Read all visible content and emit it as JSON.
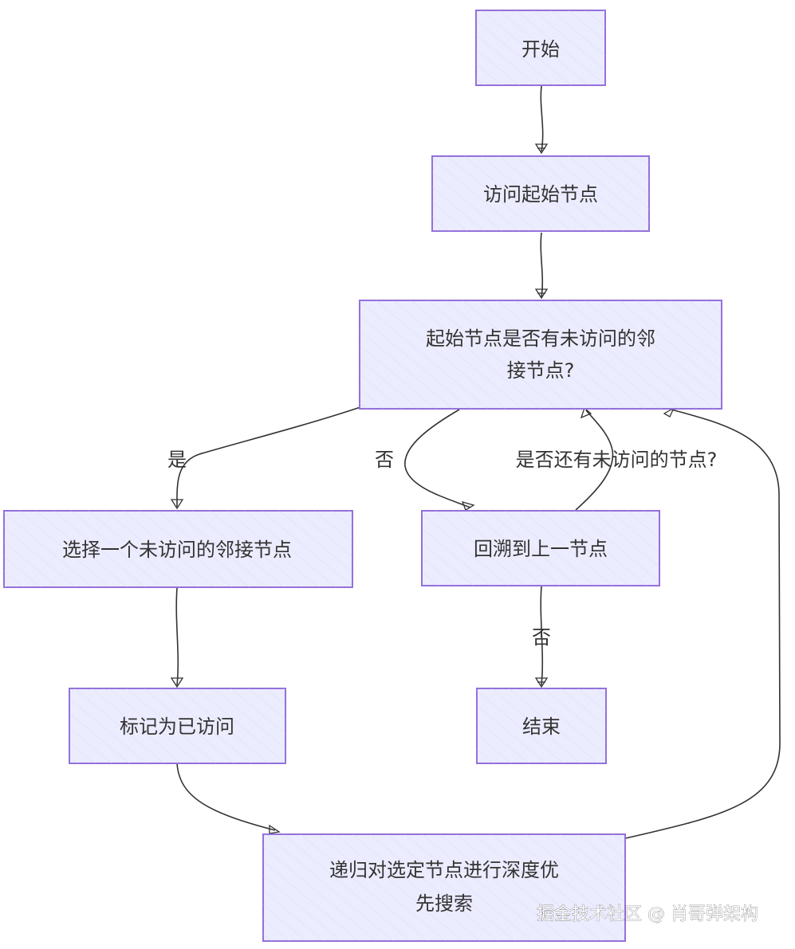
{
  "nodes": {
    "start": "开始",
    "visit_start": "访问起始节点",
    "has_unvisited": [
      "起始节点是否有未访问的邻",
      "接节点?"
    ],
    "select_neighbor": "选择一个未访问的邻接节点",
    "backtrack": "回溯到上一节点",
    "mark_visited": "标记为已访问",
    "end": "结束",
    "recurse": [
      "递归对选定节点进行深度优",
      "先搜索"
    ]
  },
  "edges": {
    "yes": "是",
    "no": "否",
    "still_unvisited": "是否还有未访问的节点?",
    "no_end": "否"
  },
  "watermark": "掘金技术社区 @ 肖哥弹架构",
  "colors": {
    "node_fill": "#ECECFF",
    "node_stroke": "#9370DB",
    "edge": "#333333",
    "text": "#333333"
  }
}
